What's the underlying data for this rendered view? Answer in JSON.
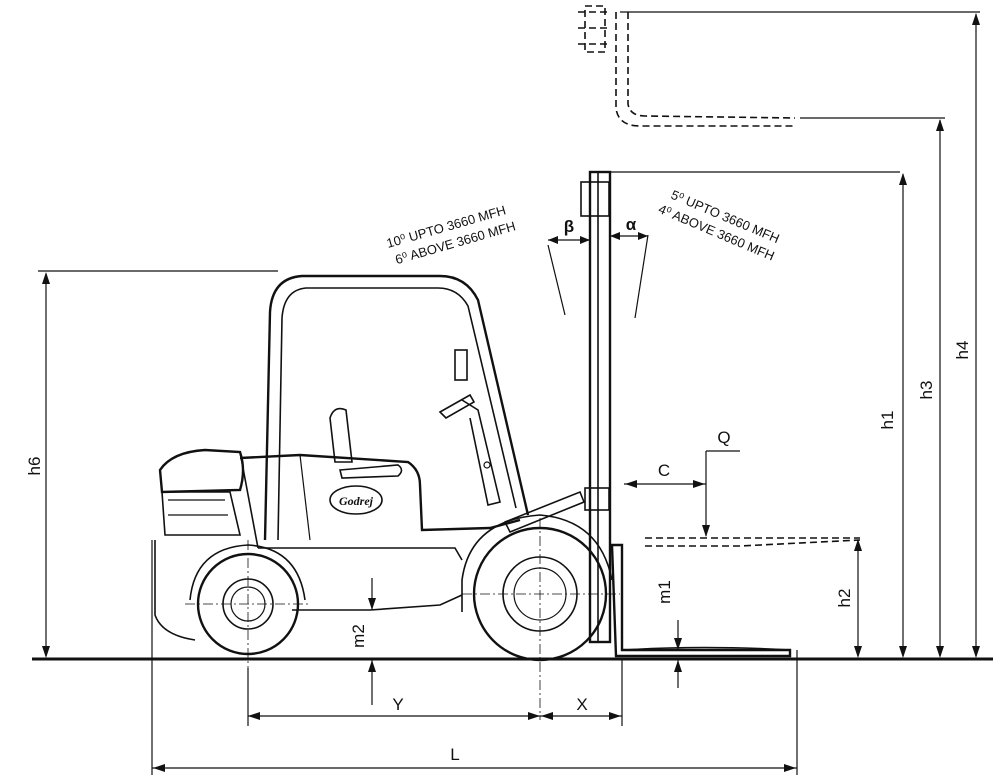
{
  "diagram": {
    "dimension_labels": {
      "h1": "h1",
      "h2": "h2",
      "h3": "h3",
      "h4": "h4",
      "h6": "h6",
      "m1": "m1",
      "m2": "m2",
      "L": "L",
      "X": "X",
      "Y": "Y",
      "C": "C",
      "Q": "Q",
      "alpha": "α",
      "beta": "β"
    },
    "backward_tilt": {
      "line1": "10⁰ UPTO 3660 MFH",
      "line2": "6⁰ ABOVE 3660 MFH"
    },
    "forward_tilt": {
      "line1": "5⁰ UPTO 3660 MFH",
      "line2": "4⁰ ABOVE 3660 MFH"
    },
    "brand_logo": "Godrej"
  }
}
